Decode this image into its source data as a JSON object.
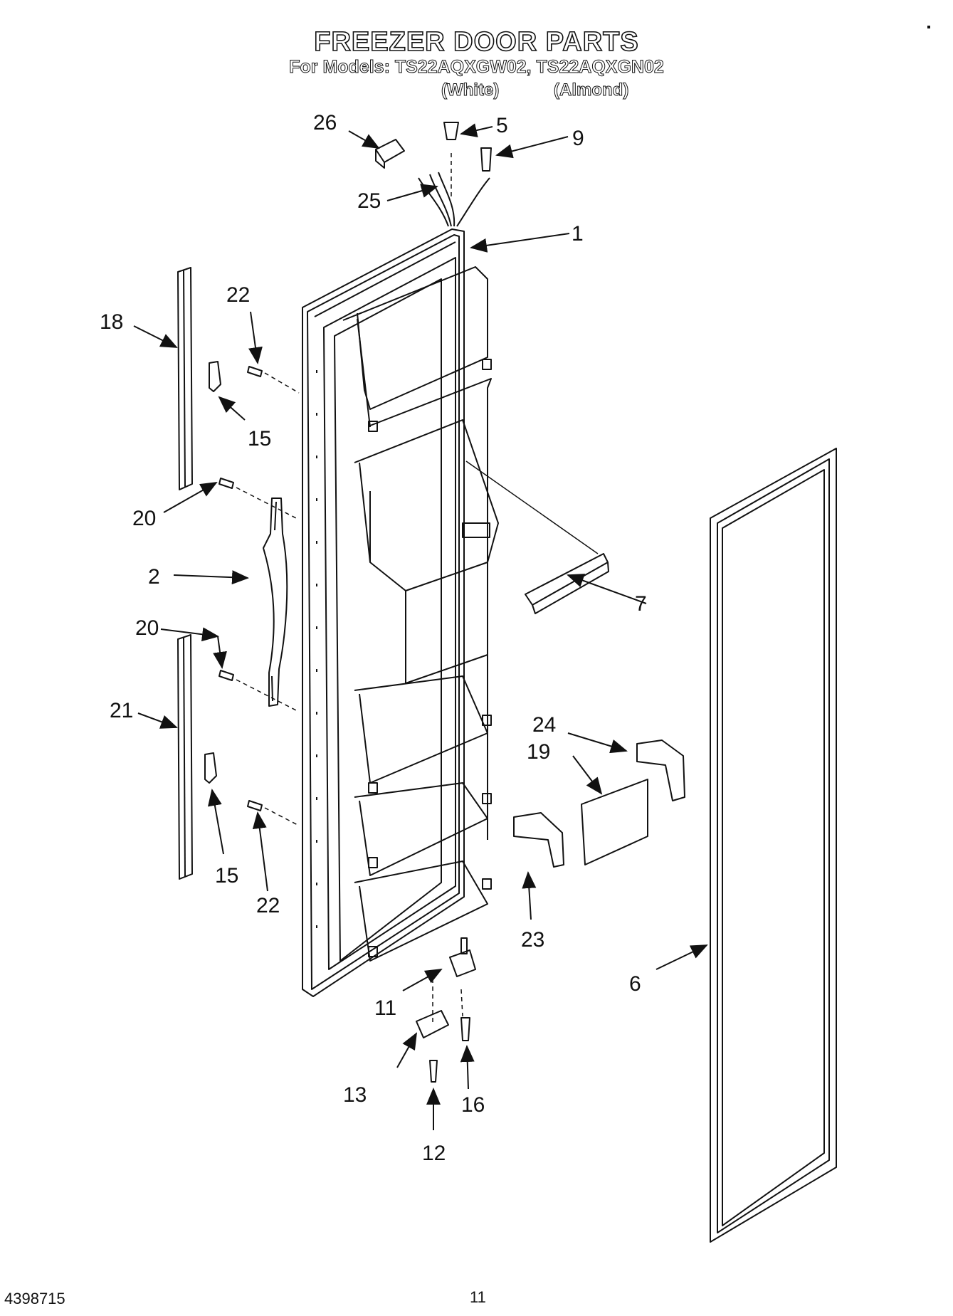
{
  "header": {
    "title": "FREEZER DOOR PARTS",
    "models_line": "For Models: TS22AQXGW02, TS22AQXGN02",
    "variant_white": "(White)",
    "variant_almond": "(Almond)"
  },
  "footer": {
    "document_number": "4398715",
    "page_number": "11"
  },
  "callouts": {
    "c1": "1",
    "c2": "2",
    "c5": "5",
    "c6": "6",
    "c7": "7",
    "c9": "9",
    "c11": "11",
    "c12": "12",
    "c13": "13",
    "c15a": "15",
    "c15b": "15",
    "c16": "16",
    "c18": "18",
    "c19": "19",
    "c20a": "20",
    "c20b": "20",
    "c21": "21",
    "c22a": "22",
    "c22b": "22",
    "c23": "23",
    "c24": "24",
    "c25": "25",
    "c26": "26"
  }
}
